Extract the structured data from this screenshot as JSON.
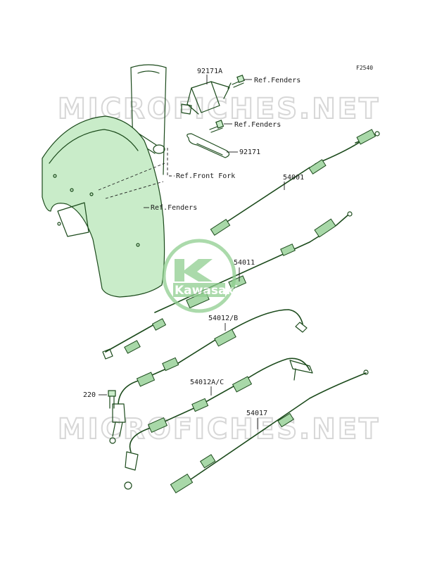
{
  "diagram_code": "F2540",
  "watermark_text": "MICROFICHES.NET",
  "logo_text": "Kawasaki",
  "labels": {
    "bracket_92171A": "92171A",
    "ref_fenders_top": "Ref.Fenders",
    "ref_fenders_mid": "Ref.Fenders",
    "clamp_92171": "92171",
    "ref_front_fork": "Ref.Front Fork",
    "ref_fenders_left": "Ref.Fenders",
    "cable_54001": "54001",
    "cable_54011": "54011",
    "cable_54012B": "54012/B",
    "bolt_220": "220",
    "cable_54012AC": "54012A/C",
    "cable_54017": "54017"
  },
  "colors": {
    "parts_fill": "#c9ecc9",
    "outline": "#1b4a1b",
    "logo_green": "#8fce8f",
    "watermark": "#d7d7d7"
  }
}
